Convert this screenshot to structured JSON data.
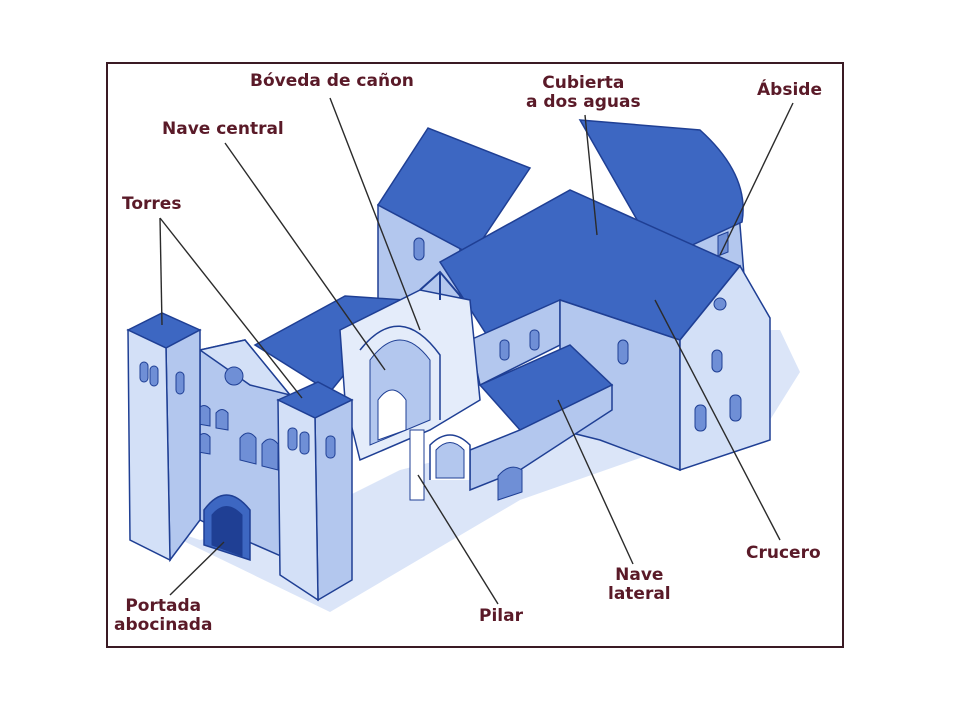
{
  "labels": {
    "boveda": "Bóveda de cañon",
    "cubierta_1": "Cubierta",
    "cubierta_2": "a dos aguas",
    "abside": "Ábside",
    "nave_central": "Nave central",
    "torres": "Torres",
    "crucero": "Crucero",
    "nave_lateral_1": "Nave",
    "nave_lateral_2": "lateral",
    "pilar": "Pilar",
    "portada_1": "Portada",
    "portada_2": "abocinada"
  },
  "colors": {
    "roof": "#3d67c2",
    "wall": "#b3c7ee",
    "wall_light": "#d3e0f7",
    "wall_dark": "#8aa5de",
    "line": "#1f3f94",
    "shadow": "#d8e3f7",
    "label": "#5a1a28",
    "leader": "#2b2b2b"
  }
}
